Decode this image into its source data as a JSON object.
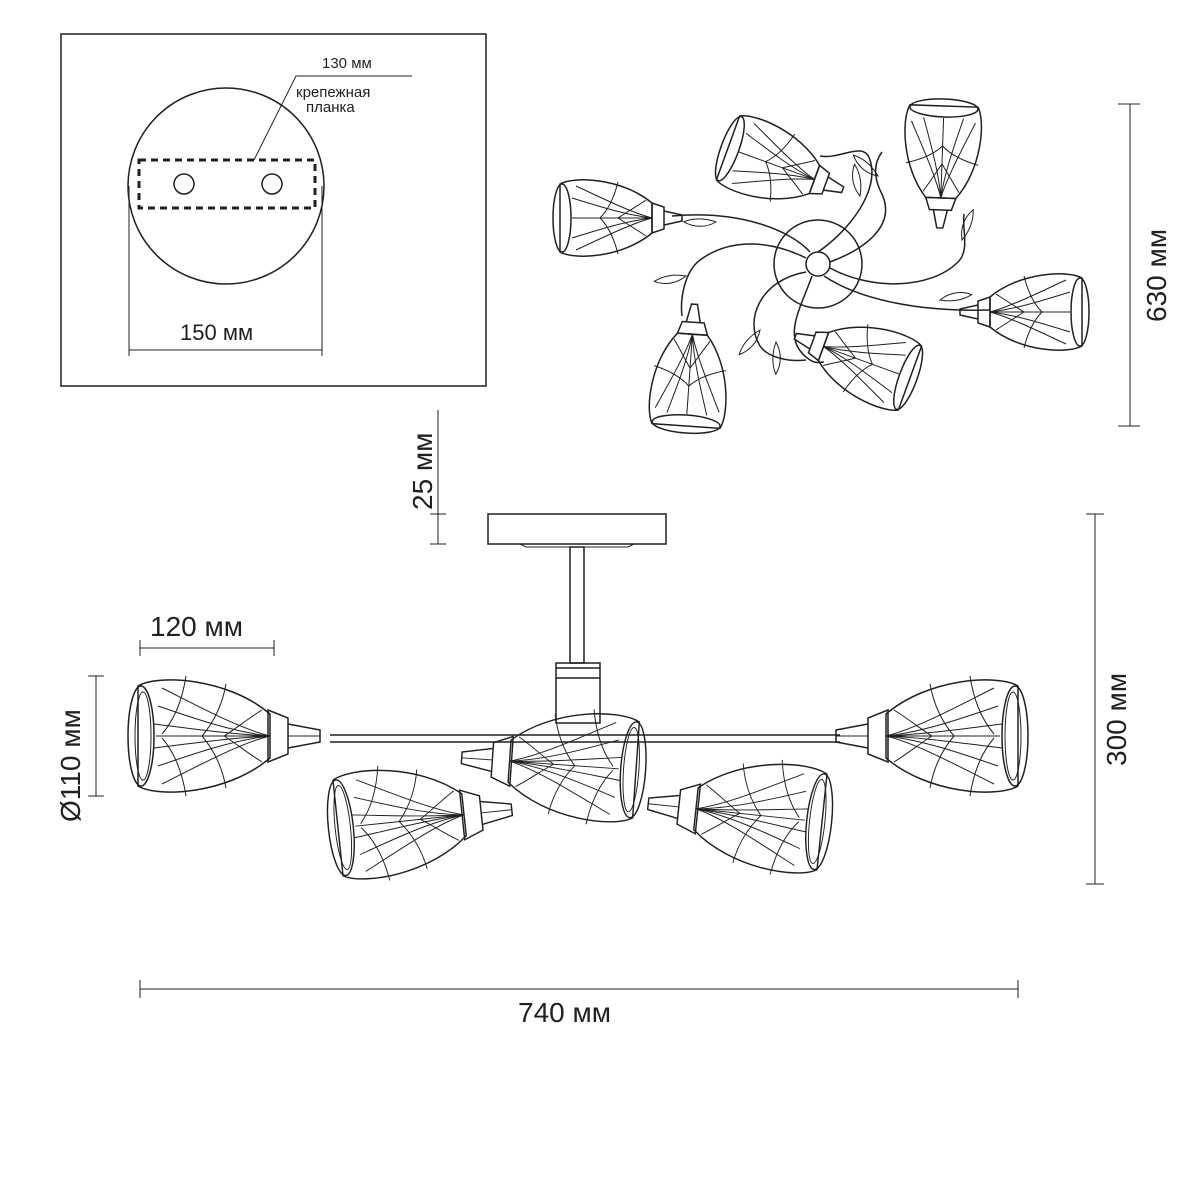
{
  "inset": {
    "bar_width_label": "130 мм",
    "bar_name_line1": "крепежная",
    "bar_name_line2": "планка",
    "plate_diameter_label": "150 мм"
  },
  "dimensions": {
    "height_top_view": "630 мм",
    "canopy_thickness": "25 мм",
    "overall_height": "300 мм",
    "shade_length": "120 мм",
    "shade_diameter": "Ø110 мм",
    "overall_width": "740 мм"
  }
}
